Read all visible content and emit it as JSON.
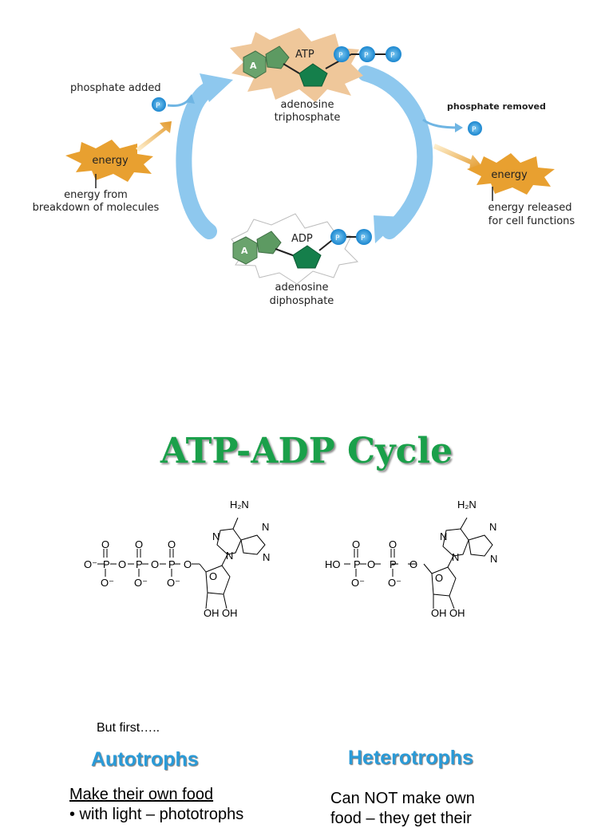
{
  "cycle": {
    "atp_label": "ATP",
    "adp_label": "ADP",
    "a_label": "A",
    "p_label": "P",
    "atp_name_1": "adenosine",
    "atp_name_2": "triphosphate",
    "adp_name_1": "adenosine",
    "adp_name_2": "diphosphate",
    "phosphate_added": "phosphate added",
    "phosphate_removed": "phosphate removed",
    "energy_label": "energy",
    "energy_from_1": "energy from",
    "energy_from_2": "breakdown of molecules",
    "energy_released_1": "energy released",
    "energy_released_2": "for cell functions"
  },
  "title": "ATP-ADP Cycle",
  "structures": {
    "atp": {
      "nh2": "H₂N",
      "n": "N",
      "o": "O",
      "o_minus": "O⁻",
      "p": "P",
      "oh": "OH"
    },
    "adp": {
      "ho": "HO"
    }
  },
  "intro": "But first…..",
  "autotrophs": {
    "heading": "Autotrophs",
    "line1": "Make their own food",
    "line2": "• with light – phototrophs"
  },
  "heterotrophs": {
    "heading": "Heterotrophs",
    "line1": "Can NOT make own",
    "line2": "food – they get their"
  },
  "colors": {
    "title": "#1aa04a",
    "heading": "#2a9bd8",
    "arrow": "#8ec8ee",
    "starburst_atp": "#efc79a",
    "energy": "#e8a030",
    "adenine": "#5d9a62",
    "ribose": "#157f4b",
    "phosphate": "#3aa6e0"
  }
}
